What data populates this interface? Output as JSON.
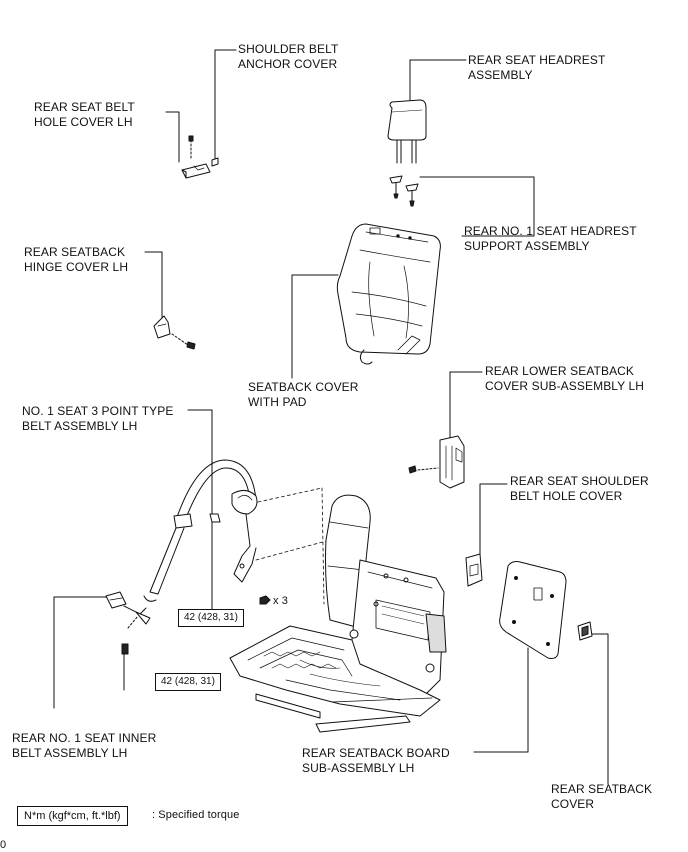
{
  "labels": {
    "shoulder_belt_anchor_cover": "SHOULDER BELT\nANCHOR COVER",
    "rear_seat_belt_hole_cover_lh": "REAR SEAT BELT\nHOLE COVER LH",
    "rear_seat_headrest_assembly": "REAR SEAT HEADREST\nASSEMBLY",
    "rear_no1_seat_headrest_support": "REAR NO. 1 SEAT HEADREST\nSUPPORT ASSEMBLY",
    "rear_seatback_hinge_cover_lh": "REAR SEATBACK\nHINGE COVER LH",
    "seatback_cover_with_pad": "SEATBACK COVER\nWITH PAD",
    "rear_lower_seatback_cover": "REAR LOWER SEATBACK\nCOVER SUB-ASSEMBLY LH",
    "no1_seat_3point_belt": "NO. 1 SEAT 3 POINT TYPE\nBELT ASSEMBLY LH",
    "rear_seat_shoulder_belt_hole_cover": "REAR SEAT SHOULDER\nBELT HOLE COVER",
    "rear_no1_seat_inner_belt": "REAR NO. 1 SEAT INNER\nBELT ASSEMBLY LH",
    "rear_seatback_board": "REAR SEATBACK BOARD\nSUB-ASSEMBLY LH",
    "rear_seatback_cover": "REAR SEATBACK\nCOVER"
  },
  "quantity_marker": "x 3",
  "torque_values": {
    "upper": "42 (428, 31)",
    "lower": "42 (428, 31)"
  },
  "legend": {
    "box_text": "N*m (kgf*cm, ft.*lbf)",
    "description": ": Specified torque"
  },
  "figure_code": "0"
}
